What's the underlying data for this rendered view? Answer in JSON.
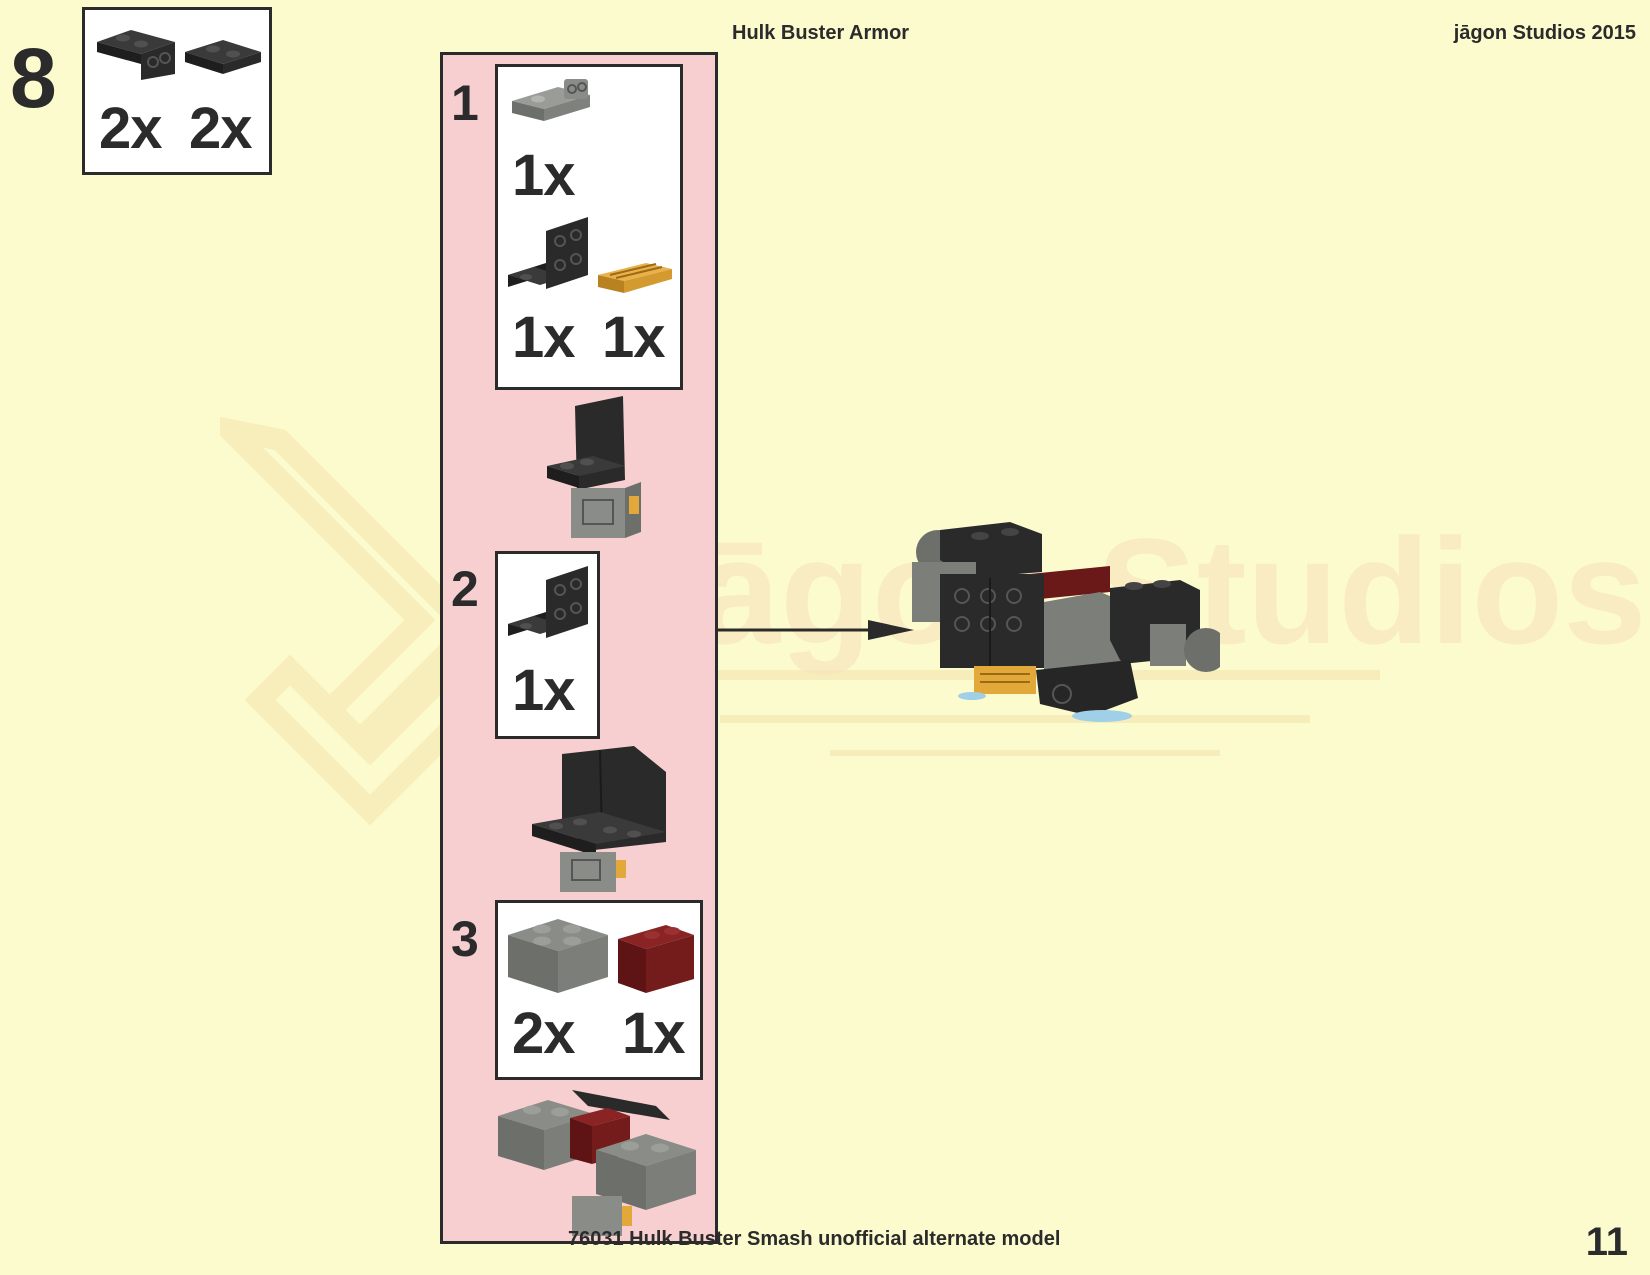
{
  "header": {
    "title": "Hulk Buster Armor",
    "brand": "jāgon Studios 2015"
  },
  "footer": {
    "caption": "76031 Hulk Buster Smash unofficial alternate model",
    "page_number": "11"
  },
  "watermark": {
    "text": "jāgon Studios"
  },
  "main_step": {
    "number": "8",
    "parts": [
      {
        "icon": "black-bracket-plate-icon",
        "qty": "2x"
      },
      {
        "icon": "black-plate-1x2-icon",
        "qty": "2x"
      }
    ]
  },
  "substeps": [
    {
      "number": "1",
      "parts": [
        {
          "icon": "gray-plate-with-clip-icon",
          "qty": "1x"
        },
        {
          "icon": "black-bracket-2x2-icon",
          "qty": "1x"
        },
        {
          "icon": "tan-grille-tile-icon",
          "qty": "1x"
        }
      ]
    },
    {
      "number": "2",
      "parts": [
        {
          "icon": "black-bracket-2x2-icon",
          "qty": "1x"
        }
      ]
    },
    {
      "number": "3",
      "parts": [
        {
          "icon": "gray-brick-2x2-icon",
          "qty": "2x"
        },
        {
          "icon": "dark-red-brick-1x2-icon",
          "qty": "1x"
        }
      ]
    }
  ],
  "colors": {
    "page_background": "#fcfbce",
    "panel_background": "#f8cfd0",
    "part_black": "#2a2a2a",
    "part_gray": "#7a7c78",
    "part_dark_red": "#7a1c1c",
    "part_tan": "#e2a83a"
  }
}
